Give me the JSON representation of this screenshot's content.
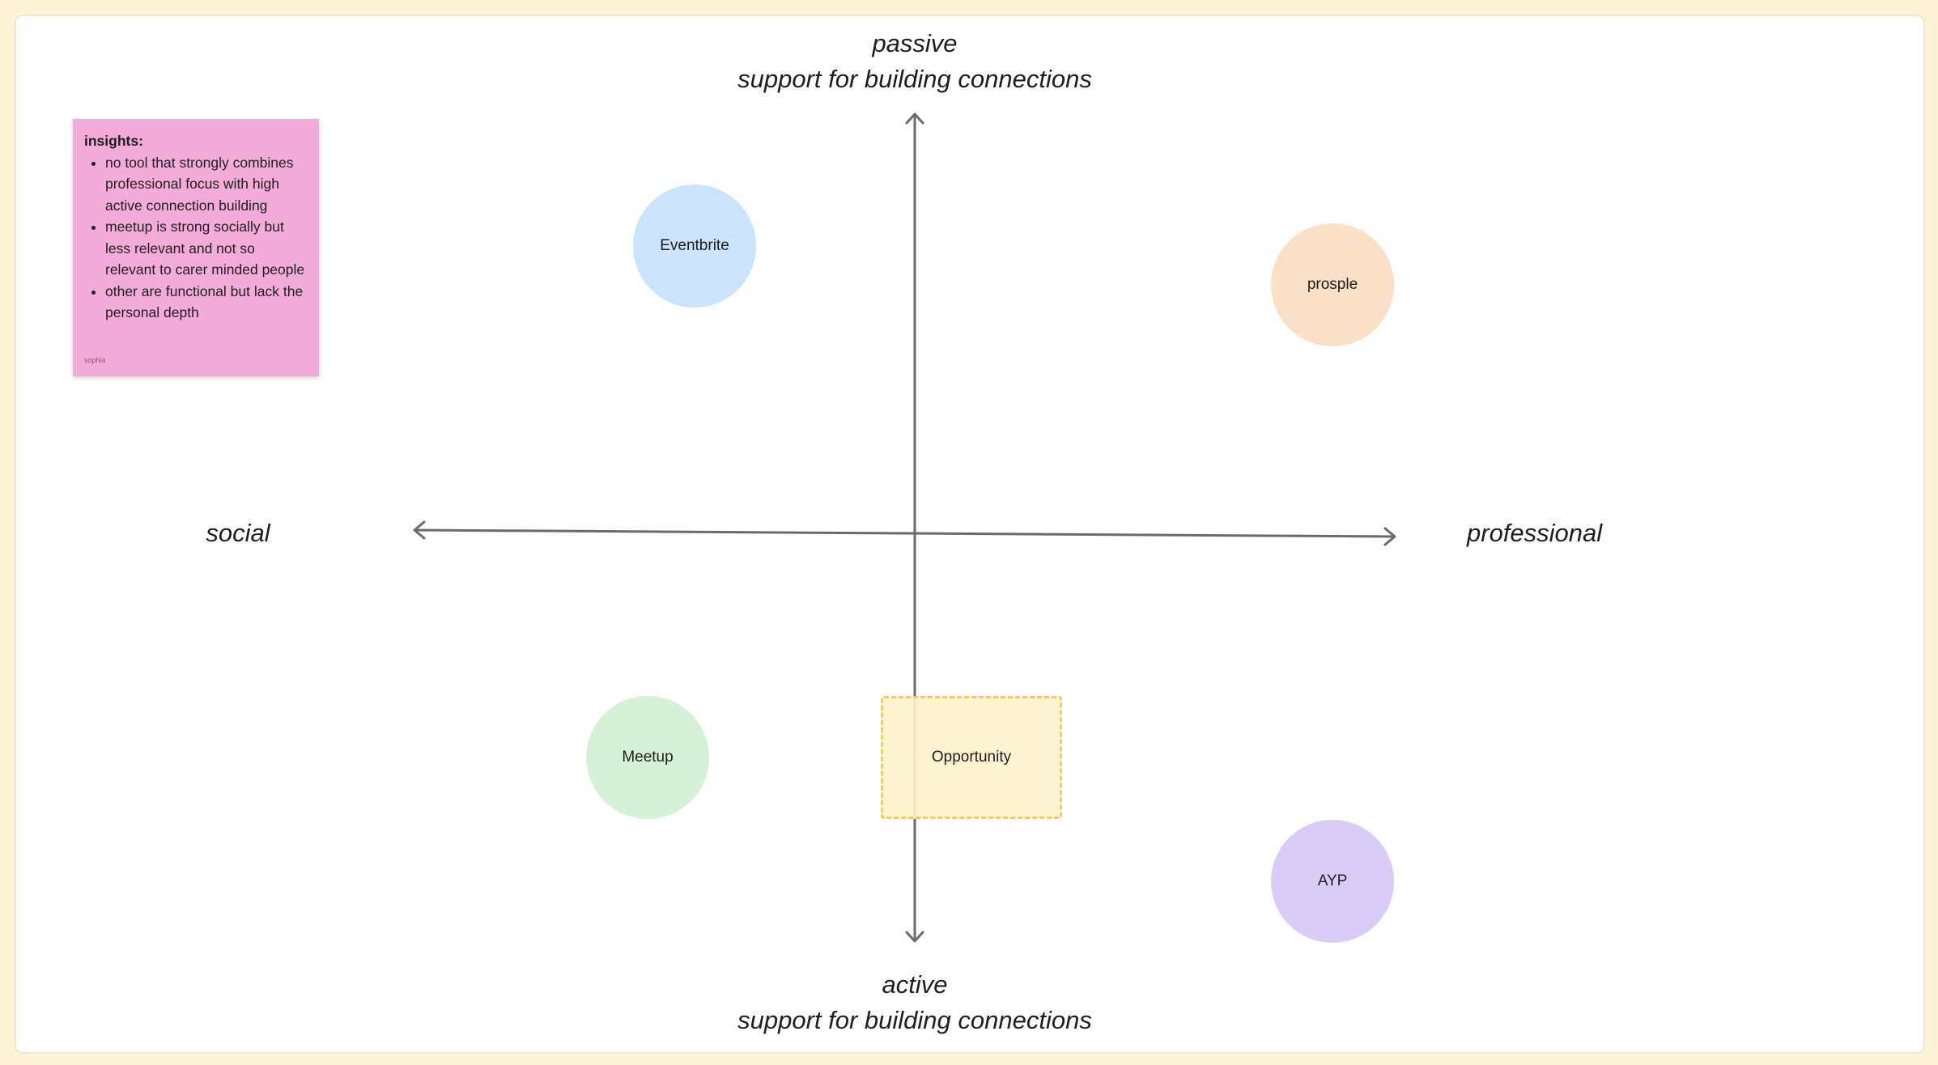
{
  "axes": {
    "top": {
      "line1": "passive",
      "line2": "support for building connections"
    },
    "bottom": {
      "line1": "active",
      "line2": "support for building connections"
    },
    "left": "social",
    "right": "professional"
  },
  "circles": {
    "eventbrite": {
      "label": "Eventbrite",
      "color": "#cce4fb"
    },
    "prosple": {
      "label": "prosple",
      "color": "#fae0c6"
    },
    "meetup": {
      "label": "Meetup",
      "color": "#d5f2d8"
    },
    "ayp": {
      "label": "AYP",
      "color": "#d9cdf8"
    }
  },
  "opportunity": {
    "label": "Opportunity",
    "color": "#fcf2cd",
    "border_color": "#ecd05c"
  },
  "sticky_note": {
    "title": "insights:",
    "items": [
      "no tool that strongly combines professional focus with high active connection building",
      "meetup is strong socially but less relevant and not so relevant to carer minded people",
      "other are functional but lack the personal depth"
    ],
    "author": "sophia",
    "color": "#f3abd9"
  },
  "colors": {
    "page_background": "#fdf3d9",
    "canvas_background": "#ffffff",
    "axis_line": "#6b6b6b"
  }
}
